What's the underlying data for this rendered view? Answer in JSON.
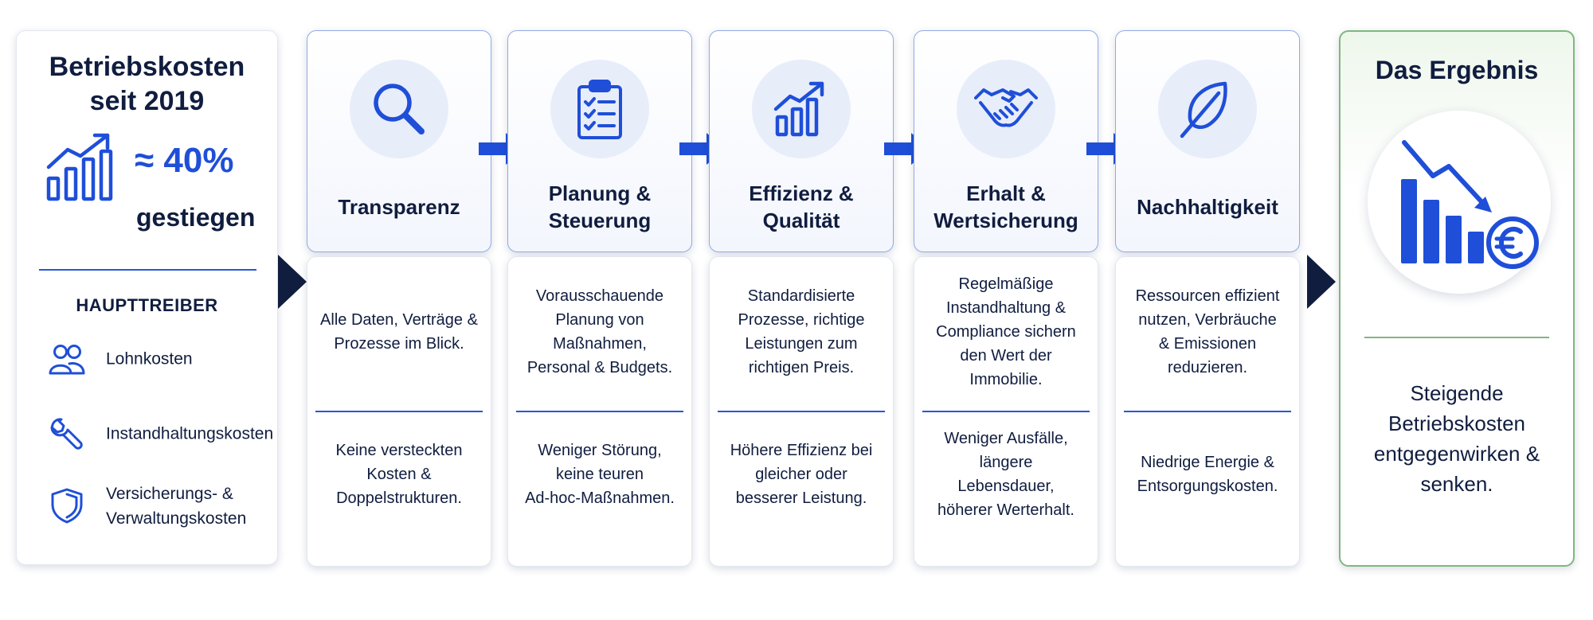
{
  "colors": {
    "accent": "#1f4fd8",
    "navy": "#101d3f",
    "green": "#7fb77e"
  },
  "left": {
    "title_line1": "Betriebskosten",
    "title_line2": "seit 2019",
    "stat_value": "≈ 40%",
    "stat_label": "gestiegen",
    "stat_icon": "chart-rising-icon",
    "drivers_heading": "HAUPTTREIBER",
    "drivers": [
      {
        "icon": "people-icon",
        "label_line1": "Lohnkosten",
        "label_line2": ""
      },
      {
        "icon": "wrench-icon",
        "label_line1": "Instandhaltungskosten",
        "label_line2": ""
      },
      {
        "icon": "shield-icon",
        "label_line1": "Versicherungs- &",
        "label_line2": "Verwaltungskosten"
      }
    ]
  },
  "steps": [
    {
      "icon": "magnifier-icon",
      "title_line1": "Transparenz",
      "title_line2": "",
      "text1": [
        "Alle Daten, Verträge &",
        "Prozesse im Blick."
      ],
      "text2": [
        "Keine versteckten",
        "Kosten &",
        "Doppelstrukturen."
      ]
    },
    {
      "icon": "clipboard-checklist-icon",
      "title_line1": "Planung &",
      "title_line2": "Steuerung",
      "text1": [
        "Vorausschauende",
        "Planung von",
        "Maßnahmen,",
        "Personal & Budgets."
      ],
      "text2": [
        "Weniger Störung,",
        "keine teuren",
        "Ad-hoc-Maßnahmen."
      ]
    },
    {
      "icon": "bar-chart-up-icon",
      "title_line1": "Effizienz &",
      "title_line2": "Qualität",
      "text1": [
        "Standardisierte",
        "Prozesse, richtige",
        "Leistungen zum",
        "richtigen Preis."
      ],
      "text2": [
        "Höhere Effizienz bei",
        "gleicher oder",
        "besserer Leistung."
      ]
    },
    {
      "icon": "handshake-icon",
      "title_line1": "Erhalt &",
      "title_line2": "Wertsicherung",
      "text1": [
        "Regelmäßige",
        "Instandhaltung &",
        "Compliance sichern",
        "den Wert der",
        "Immobilie."
      ],
      "text2": [
        "Weniger Ausfälle,",
        "längere",
        "Lebensdauer,",
        "höherer Werterhalt."
      ]
    },
    {
      "icon": "leaf-icon",
      "title_line1": "Nachhaltigkeit",
      "title_line2": "",
      "text1": [
        "Ressourcen effizient",
        "nutzen, Verbräuche",
        "& Emissionen",
        "reduzieren."
      ],
      "text2": [
        "Niedrige Energie &",
        "Entsorgungskosten."
      ]
    }
  ],
  "result": {
    "title": "Das Ergebnis",
    "icon": "falling-costs-euro-icon",
    "text": [
      "Steigende",
      "Betriebskosten",
      "entgegenwirken &",
      "senken."
    ]
  }
}
